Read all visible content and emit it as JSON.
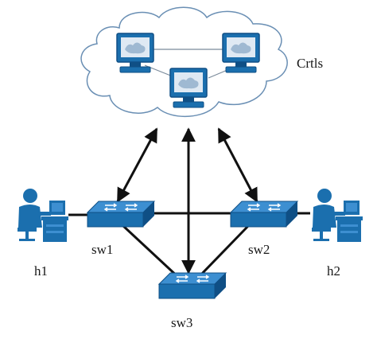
{
  "labels": {
    "controllers": "Crtls",
    "switch_1": "sw1",
    "switch_2": "sw2",
    "switch_3": "sw3",
    "host_1": "h1",
    "host_2": "h2"
  },
  "colors": {
    "device_blue": "#1b6fae",
    "device_dark": "#0f4f85",
    "device_light": "#3d8fd1",
    "cloud_fill": "#ffffff",
    "cloud_stroke": "#6a8fb4",
    "link": "#111111",
    "background": "#ffffff"
  },
  "icons": {
    "controller": "server-monitor-icon",
    "switch": "network-switch-icon",
    "host": "workstation-user-icon"
  }
}
